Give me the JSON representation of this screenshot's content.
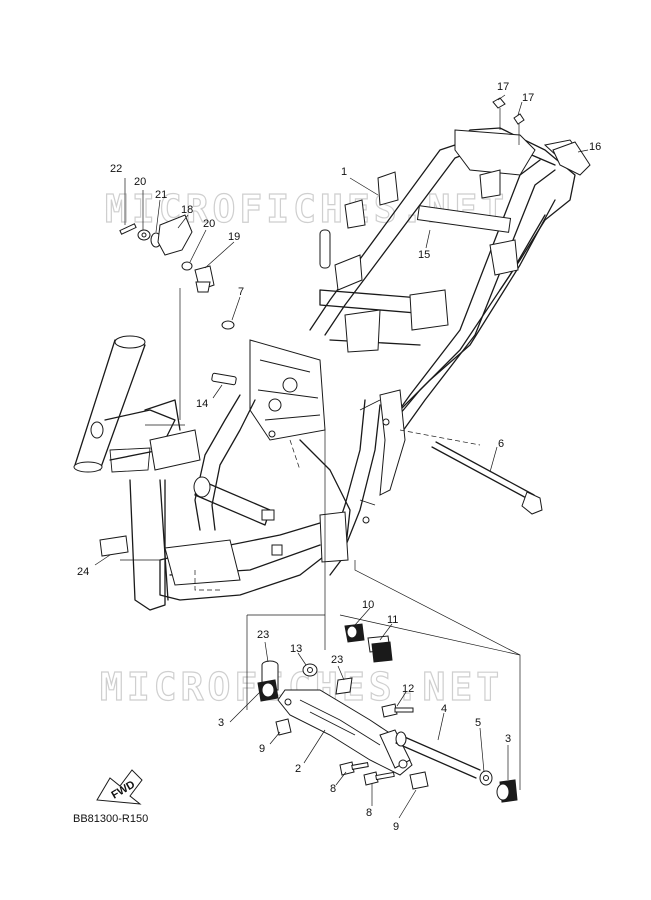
{
  "diagram": {
    "code": "BB81300-R150",
    "fwd_label": "FWD",
    "watermarks": [
      "MICROFICHES.NET",
      "MICROFICHES.NET"
    ],
    "callouts": [
      {
        "id": "c1",
        "text": "1"
      },
      {
        "id": "c2",
        "text": "2"
      },
      {
        "id": "c3a",
        "text": "3"
      },
      {
        "id": "c3b",
        "text": "3"
      },
      {
        "id": "c4",
        "text": "4"
      },
      {
        "id": "c5",
        "text": "5"
      },
      {
        "id": "c6",
        "text": "6"
      },
      {
        "id": "c7",
        "text": "7"
      },
      {
        "id": "c8a",
        "text": "8"
      },
      {
        "id": "c8b",
        "text": "8"
      },
      {
        "id": "c9a",
        "text": "9"
      },
      {
        "id": "c9b",
        "text": "9"
      },
      {
        "id": "c10",
        "text": "10"
      },
      {
        "id": "c11",
        "text": "11"
      },
      {
        "id": "c12",
        "text": "12"
      },
      {
        "id": "c13",
        "text": "13"
      },
      {
        "id": "c14",
        "text": "14"
      },
      {
        "id": "c15",
        "text": "15"
      },
      {
        "id": "c16",
        "text": "16"
      },
      {
        "id": "c17a",
        "text": "17"
      },
      {
        "id": "c17b",
        "text": "17"
      },
      {
        "id": "c18",
        "text": "18"
      },
      {
        "id": "c19",
        "text": "19"
      },
      {
        "id": "c20a",
        "text": "20"
      },
      {
        "id": "c20b",
        "text": "20"
      },
      {
        "id": "c21",
        "text": "21"
      },
      {
        "id": "c22",
        "text": "22"
      },
      {
        "id": "c23a",
        "text": "23"
      },
      {
        "id": "c23b",
        "text": "23"
      },
      {
        "id": "c24",
        "text": "24"
      }
    ]
  }
}
